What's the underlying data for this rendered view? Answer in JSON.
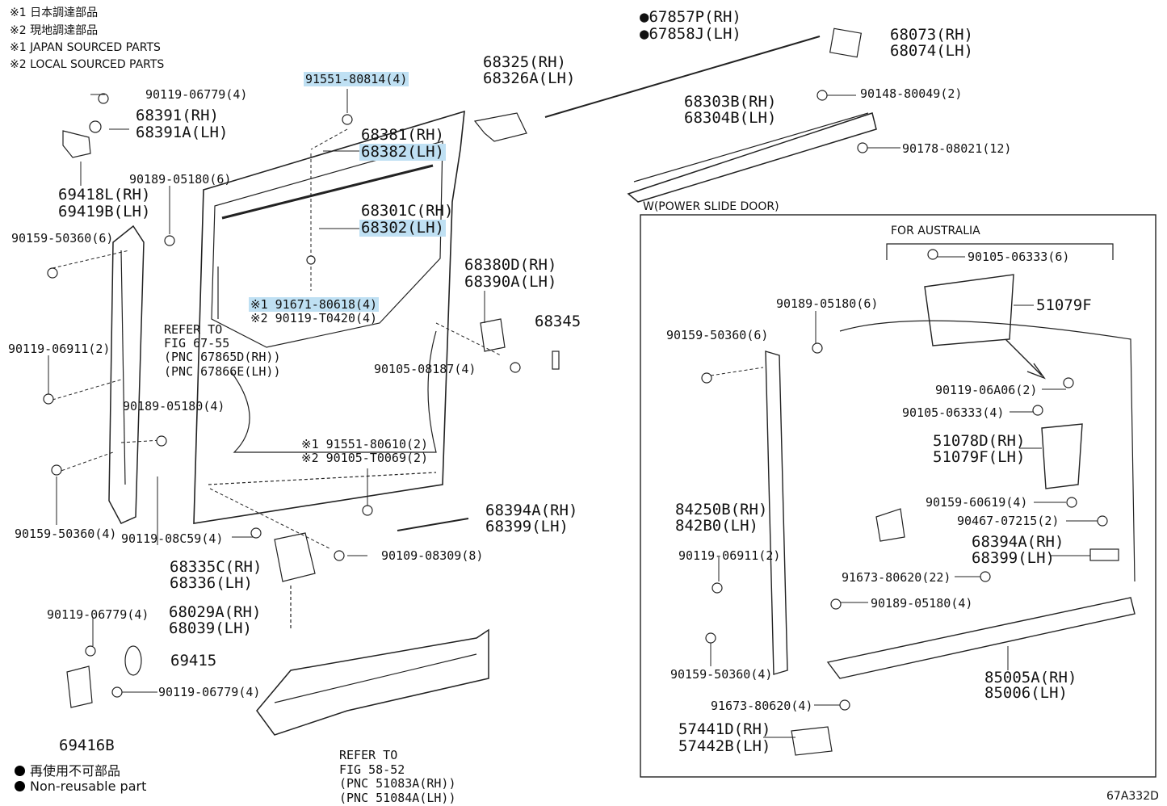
{
  "notes": {
    "n1": "※1 日本調達部品",
    "n2": "※2 現地調達部品",
    "n3": "※1 JAPAN SOURCED PARTS",
    "n4": "※2 LOCAL SOURCED PARTS"
  },
  "legend": {
    "jp": "再使用不可部品",
    "en": "Non-reusable part"
  },
  "diagram_code": "67A332D",
  "power_box_title": "W(POWER SLIDE DOOR)",
  "australia_label": "FOR AUSTRALIA",
  "highlight_color": "#bfe0f3",
  "labels": {
    "p1": "91551-80814(4)",
    "p2": "90119-06779(4)",
    "p3a": "68391(RH)",
    "p3b": "68391A(LH)",
    "p4a": "68381(RH)",
    "p4b": "68382(LH)",
    "p5": "90189-05180(6)",
    "p6a": "69418L(RH)",
    "p6b": "69419B(LH)",
    "p7": "90159-50360(6)",
    "p8a": "68301C(RH)",
    "p8b": "68302(LH)",
    "p9a": "※1 91671-80618(4)",
    "p9b": "※2 90119-T0420(4)",
    "p10a": "REFER TO",
    "p10b": "FIG 67-55",
    "p10c": "(PNC 67865D(RH))",
    "p10d": "(PNC 67866E(LH))",
    "p11": "90119-06911(2)",
    "p12": "90189-05180(4)",
    "p13a": "※1 91551-80610(2)",
    "p13b": "※2 90105-T0069(2)",
    "p14": "90159-50360(4)",
    "p15": "90119-08C59(4)",
    "p16a": "68335C(RH)",
    "p16b": "68336(LH)",
    "p17": "90109-08309(8)",
    "p18": "90119-06779(4)",
    "p19a": "68029A(RH)",
    "p19b": "68039(LH)",
    "p20": "69415",
    "p21": "90119-06779(4)",
    "p22": "69416B",
    "p23a": "REFER TO",
    "p23b": "FIG 58-52",
    "p23c": "(PNC 51083A(RH))",
    "p23d": "(PNC 51084A(LH))",
    "p24a": "68325(RH)",
    "p24b": "68326A(LH)",
    "p25a": "●67857P(RH)",
    "p25b": "●67858J(LH)",
    "p26a": "68073(RH)",
    "p26b": "68074(LH)",
    "p27": "90148-80049(2)",
    "p28a": "68303B(RH)",
    "p28b": "68304B(LH)",
    "p29": "90178-08021(12)",
    "p30a": "68380D(RH)",
    "p30b": "68390A(LH)",
    "p31": "68345",
    "p32": "90105-08187(4)",
    "p33a": "68394A(RH)",
    "p33b": "68399(LH)",
    "q1": "90105-06333(6)",
    "q2": "51079F",
    "q3": "90189-05180(6)",
    "q4": "90159-50360(6)",
    "q5": "90119-06A06(2)",
    "q6": "90105-06333(4)",
    "q7a": "51078D(RH)",
    "q7b": "51079F(LH)",
    "q8": "90159-60619(4)",
    "q9": "90467-07215(2)",
    "q10a": "84250B(RH)",
    "q10b": "842B0(LH)",
    "q11a": "68394A(RH)",
    "q11b": "68399(LH)",
    "q12": "90119-06911(2)",
    "q13": "91673-80620(22)",
    "q14": "90189-05180(4)",
    "q15": "90159-50360(4)",
    "q16a": "85005A(RH)",
    "q16b": "85006(LH)",
    "q17": "91673-80620(4)",
    "q18a": "57441D(RH)",
    "q18b": "57442B(LH)"
  }
}
